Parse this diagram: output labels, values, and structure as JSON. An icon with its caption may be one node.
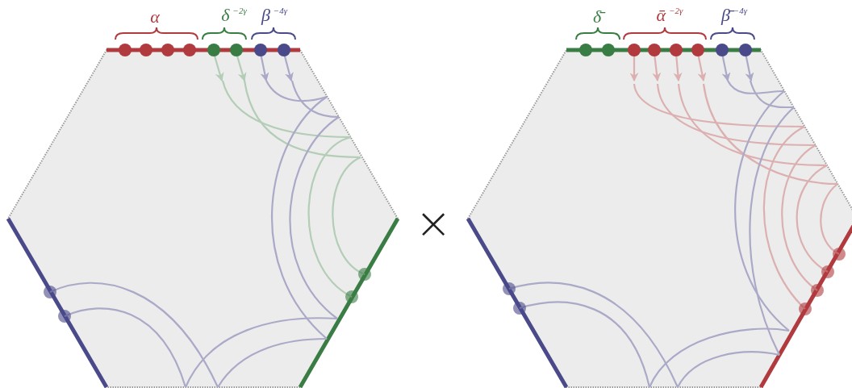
{
  "diagram": {
    "labels": [
      "α",
      "δ$^{−2γ}$",
      "β$^{−4γ}$",
      "×",
      "δ̄",
      "ᾱ$^{−2γ}$",
      "β̄$^{−4γ}$"
    ]
  }
}
